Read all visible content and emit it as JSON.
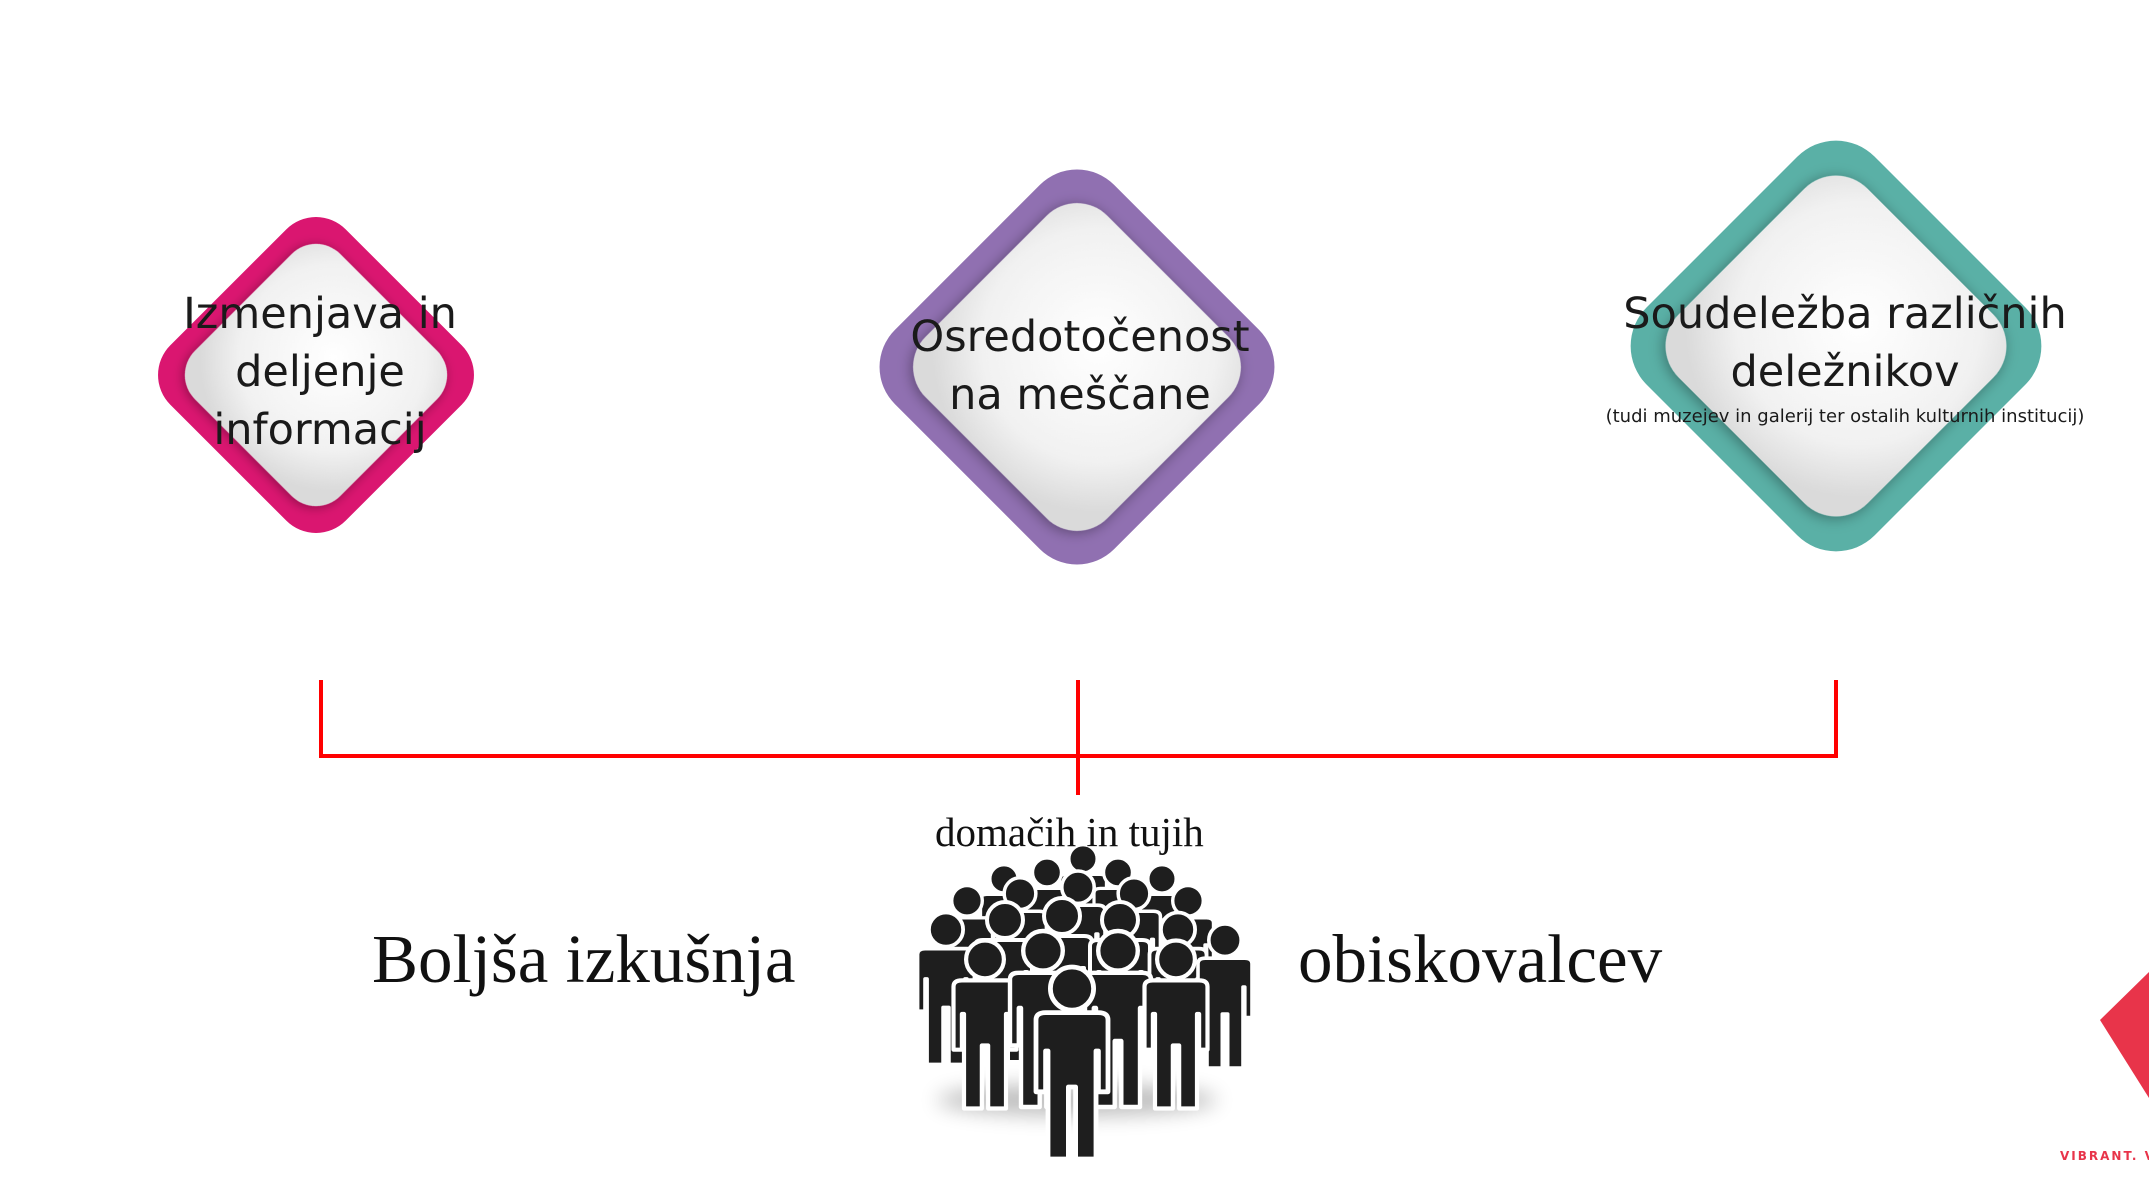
{
  "cards": [
    {
      "lines": [
        "Izmenjava in",
        "deljenje",
        "informacij"
      ],
      "note": "",
      "color": "#da1670"
    },
    {
      "lines": [
        "Osredotočenost",
        "na meščane"
      ],
      "note": "",
      "color": "#9070b1"
    },
    {
      "lines": [
        "Soudeležba različnih",
        "deležnikov"
      ],
      "note": "(tudi muzejev in galerij ter ostalih kulturnih institucij)",
      "color": "#5ab0a6"
    }
  ],
  "connector_color": "#ff0000",
  "visitors": {
    "top": "domačih in tujih",
    "left": "Boljša izkušnja",
    "right": "obiskovalcev"
  },
  "people_icon_color": "#1e1e1e",
  "brand": {
    "tag": "VIBRANT. V",
    "color": "#e8344a"
  }
}
